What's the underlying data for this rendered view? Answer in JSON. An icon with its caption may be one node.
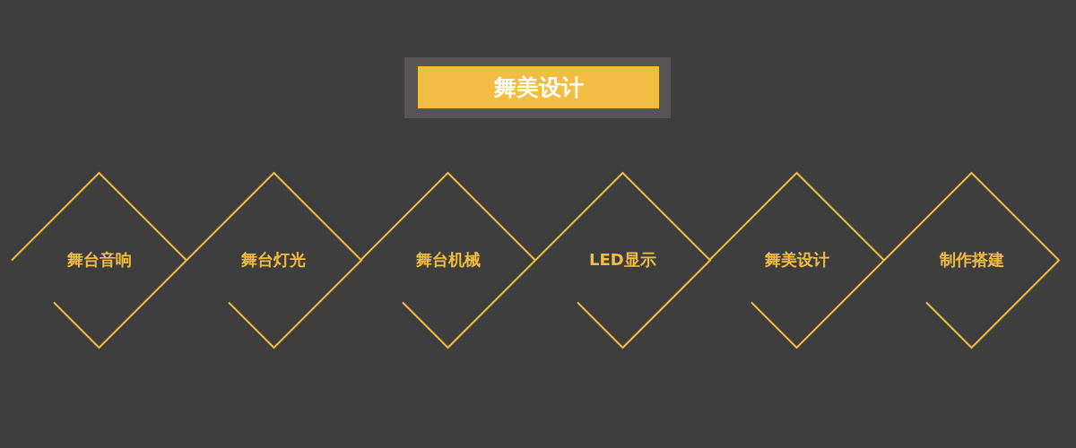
{
  "diagram": {
    "title": "舞美设计",
    "nodes": [
      {
        "text": [
          "舞台音响"
        ]
      },
      {
        "text": [
          "舞台灯光"
        ]
      },
      {
        "text": [
          "舞台机械"
        ]
      },
      {
        "text": [
          "LED显示"
        ]
      },
      {
        "text": [
          "舞美设计"
        ]
      },
      {
        "text": [
          "制作搭建"
        ]
      }
    ],
    "edges": []
  }
}
